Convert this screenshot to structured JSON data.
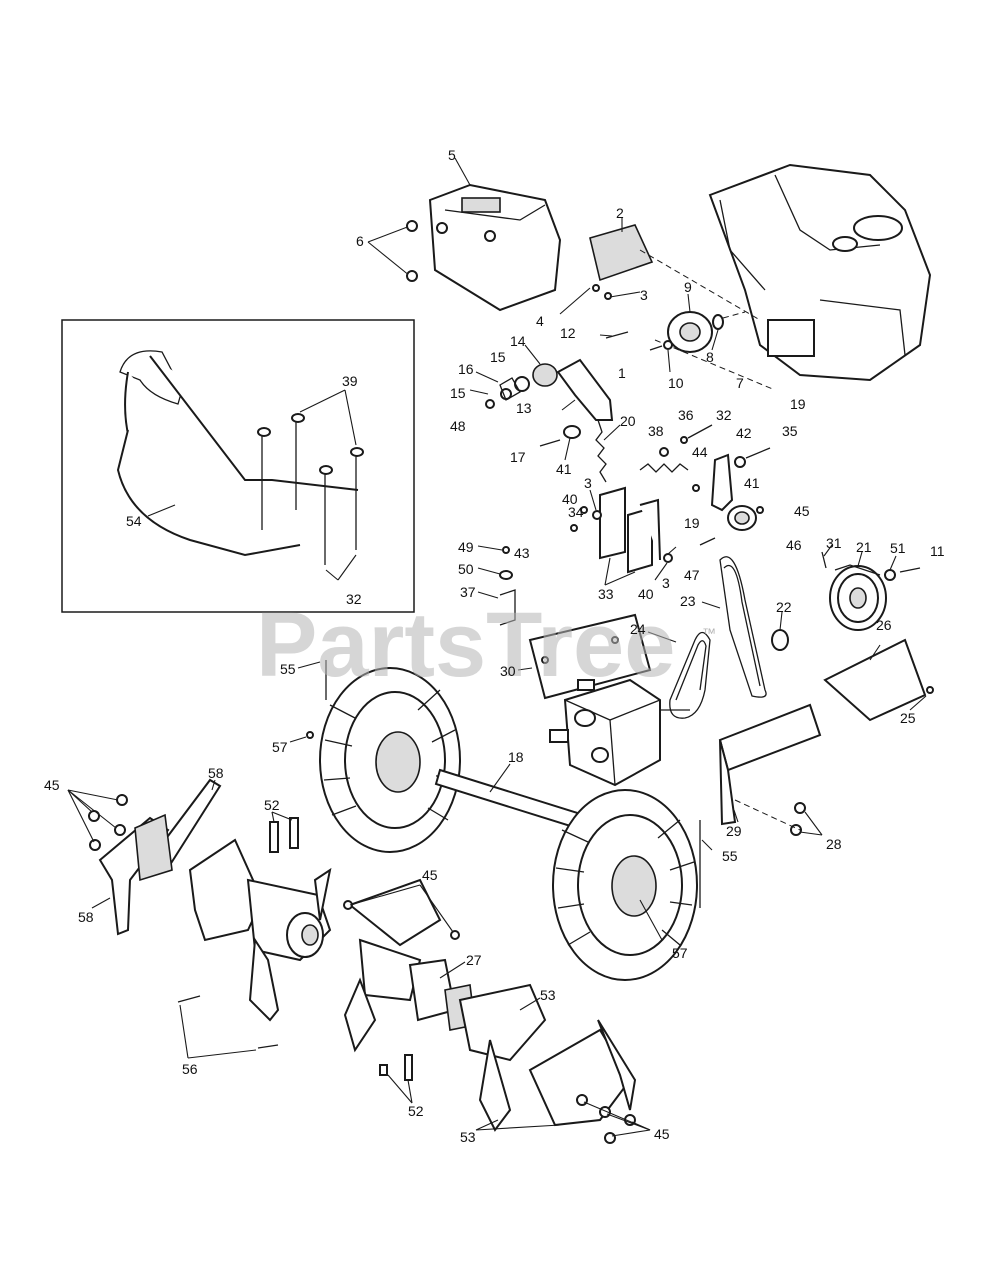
{
  "diagram": {
    "watermark": "PartsTree",
    "watermark_tm": "™",
    "callouts": [
      "1",
      "2",
      "3",
      "4",
      "5",
      "6",
      "7",
      "8",
      "9",
      "10",
      "11",
      "12",
      "13",
      "14",
      "15",
      "16",
      "17",
      "18",
      "19",
      "20",
      "21",
      "22",
      "23",
      "24",
      "25",
      "26",
      "27",
      "28",
      "29",
      "30",
      "31",
      "32",
      "33",
      "34",
      "35",
      "36",
      "37",
      "38",
      "39",
      "40",
      "41",
      "42",
      "43",
      "44",
      "45",
      "46",
      "47",
      "48",
      "49",
      "50",
      "51",
      "52",
      "53",
      "54",
      "55",
      "56",
      "57",
      "58"
    ]
  }
}
